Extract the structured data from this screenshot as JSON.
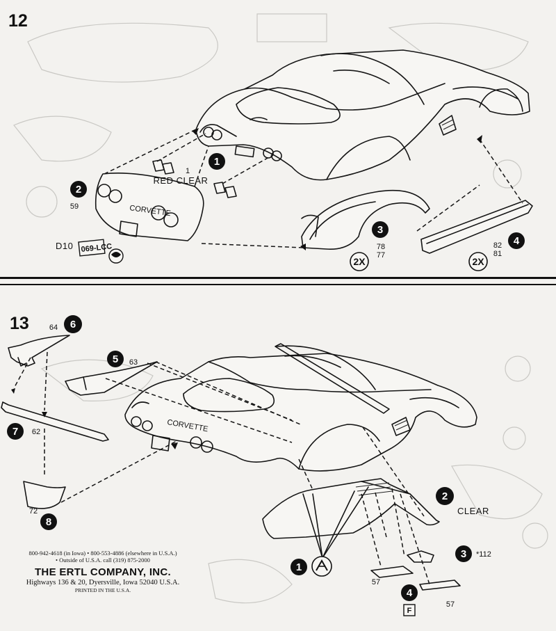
{
  "steps": [
    {
      "number": "12",
      "callouts": [
        {
          "badge": "1",
          "part": "1",
          "material": "RED CLEAR"
        },
        {
          "badge": "2",
          "part": "59"
        },
        {
          "badge": "3",
          "parts": [
            "78",
            "77"
          ],
          "quantity": "2X"
        },
        {
          "badge": "4",
          "parts": [
            "82",
            "81"
          ],
          "quantity": "2X"
        }
      ],
      "decal": {
        "code": "D10",
        "plate": "069-LCC"
      }
    },
    {
      "number": "13",
      "callouts": [
        {
          "badge": "6",
          "part": "64"
        },
        {
          "badge": "5",
          "part": "63"
        },
        {
          "badge": "7",
          "part": "62"
        },
        {
          "badge": "8",
          "part": "72"
        },
        {
          "badge": "2",
          "material": "CLEAR"
        },
        {
          "badge": "3",
          "part": "*112"
        },
        {
          "badge": "1"
        },
        {
          "badge": "4",
          "parts": [
            "57",
            "57"
          ],
          "paint_code": "F"
        }
      ]
    }
  ],
  "company": {
    "phone_line1": "800-942-4618 (in Iowa) • 800-553-4886 (elsewhere in U.S.A.)",
    "phone_line2": "• Outside of U.S.A. call (319) 875-2000",
    "name": "THE ERTL COMPANY, INC.",
    "address": "Highways 136 & 20, Dyersville, Iowa 52040 U.S.A.",
    "printed": "PRINTED IN THE U.S.A."
  }
}
